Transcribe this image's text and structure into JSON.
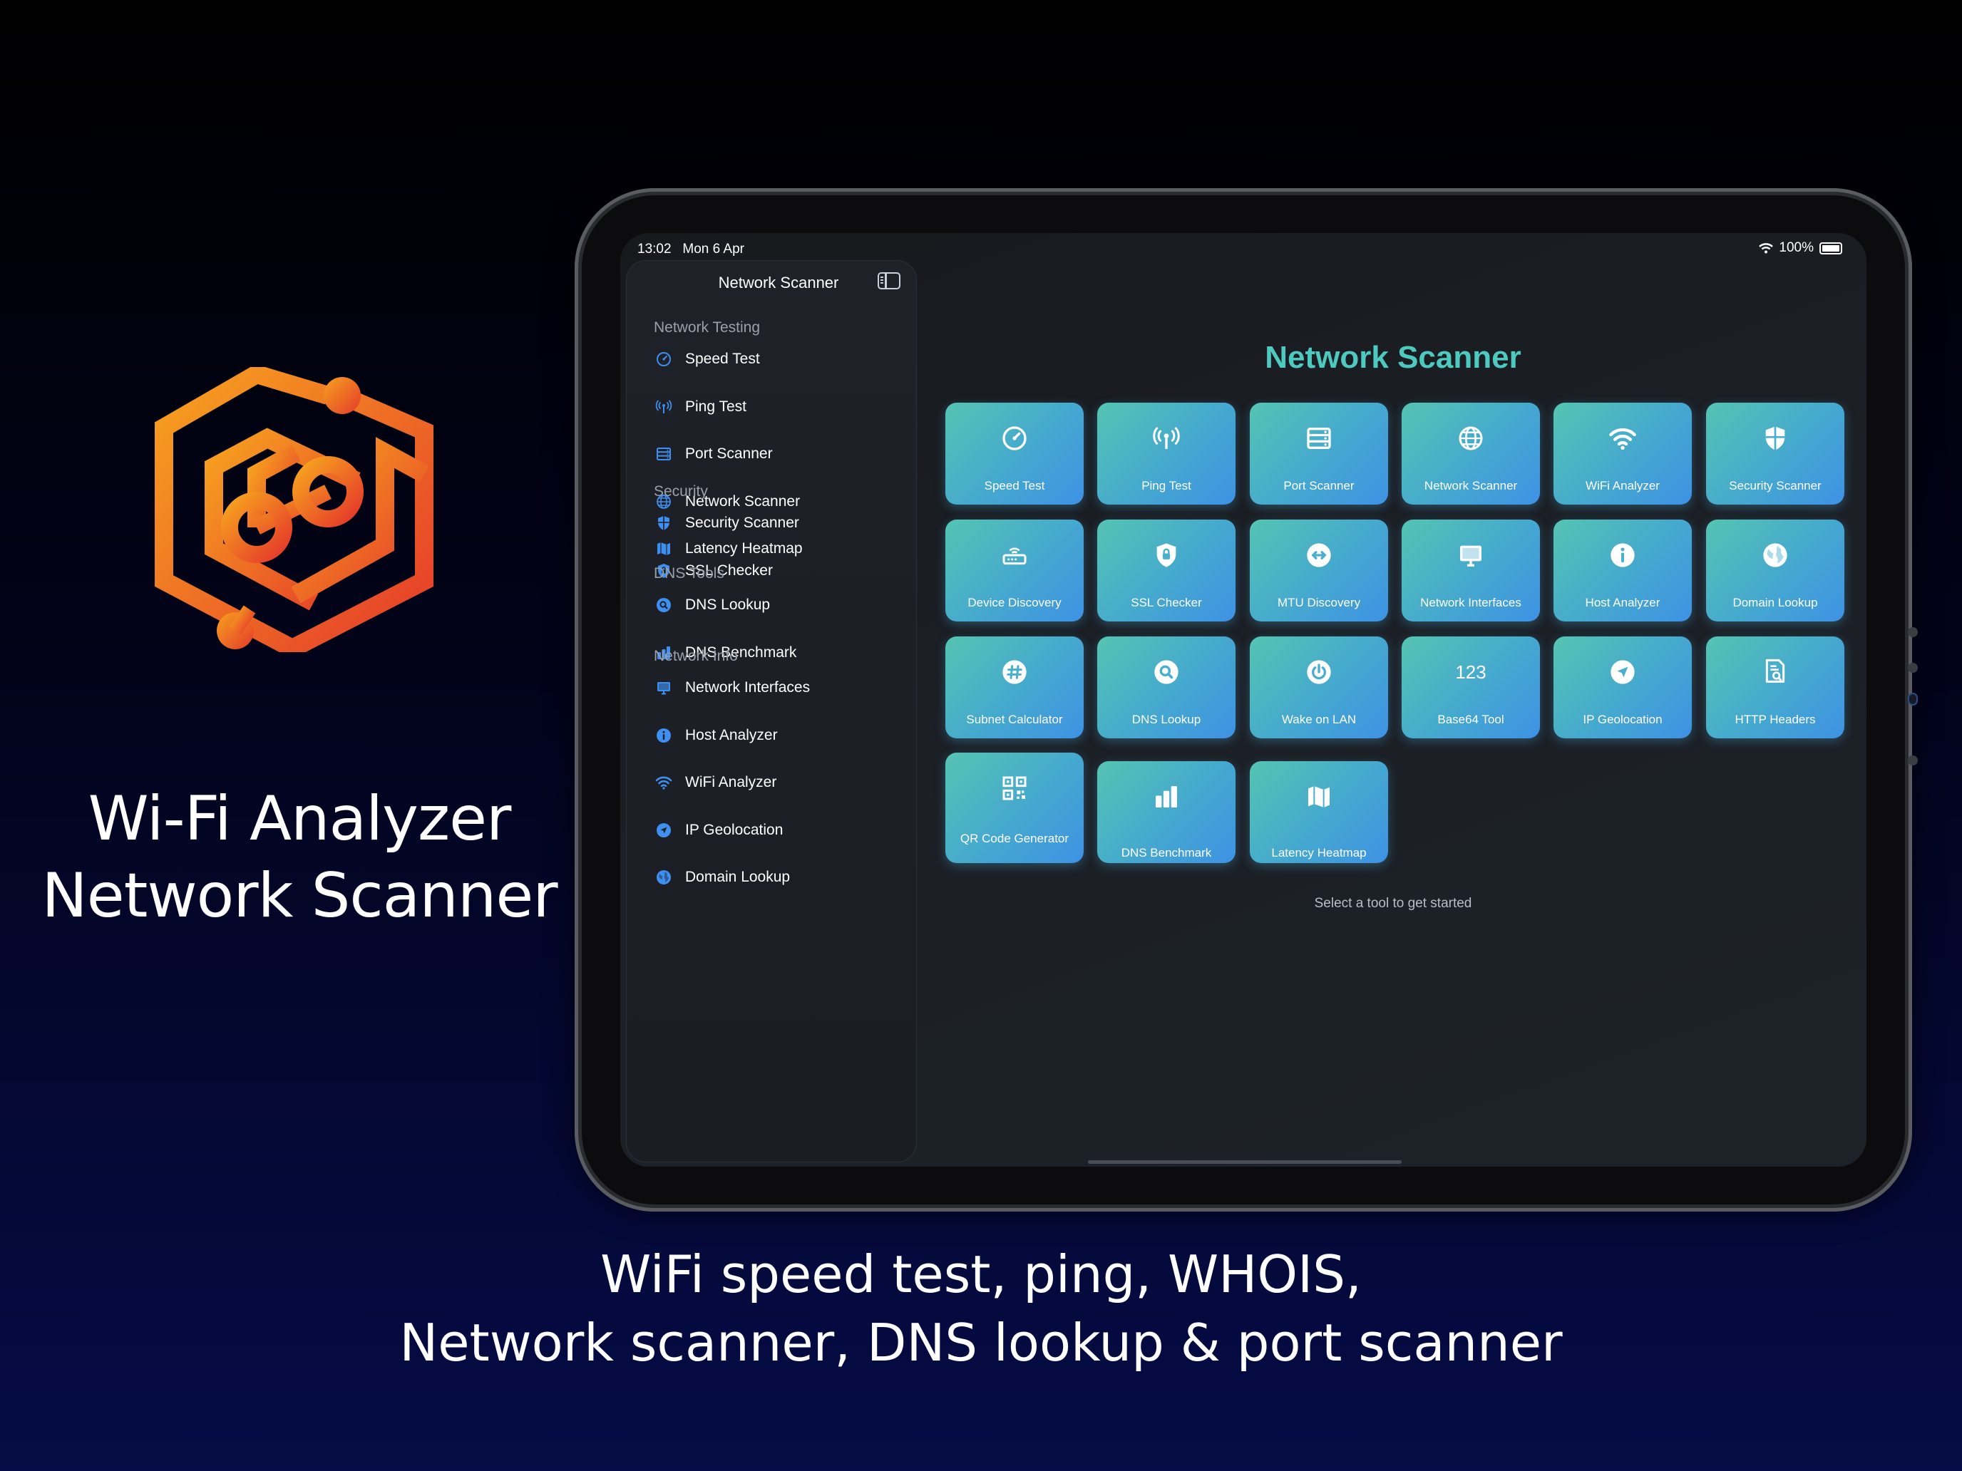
{
  "promo": {
    "headline_line1": "Wi-Fi Analyzer",
    "headline_line2": "Network Scanner",
    "tagline_line1": "WiFi speed test, ping, WHOIS,",
    "tagline_line2": "Network scanner, DNS lookup & port scanner",
    "logo_icon": "hexagon-network-logo",
    "logo_colors": [
      "#f5a623",
      "#e8402a"
    ]
  },
  "status_bar": {
    "time": "13:02",
    "date": "Mon 6 Apr",
    "battery": "100%"
  },
  "sidebar": {
    "title": "Network Scanner",
    "sections": [
      {
        "label": "Network Testing",
        "items": [
          {
            "label": "Speed Test",
            "icon": "speedometer-icon"
          },
          {
            "label": "Ping Test",
            "icon": "antenna-icon"
          },
          {
            "label": "Port Scanner",
            "icon": "server-rack-icon"
          },
          {
            "label": "Network Scanner",
            "icon": "globe-icon"
          },
          {
            "label": "Latency Heatmap",
            "icon": "map-icon"
          }
        ]
      },
      {
        "label": "Security",
        "items": [
          {
            "label": "Security Scanner",
            "icon": "shield-icon"
          },
          {
            "label": "SSL Checker",
            "icon": "lock-shield-icon"
          }
        ]
      },
      {
        "label": "DNS Tools",
        "items": [
          {
            "label": "DNS Lookup",
            "icon": "magnifier-circle-icon"
          },
          {
            "label": "DNS Benchmark",
            "icon": "bar-chart-icon"
          }
        ]
      },
      {
        "label": "Network Info",
        "items": [
          {
            "label": "Network Interfaces",
            "icon": "monitor-icon"
          },
          {
            "label": "Host Analyzer",
            "icon": "info-icon"
          },
          {
            "label": "WiFi Analyzer",
            "icon": "wifi-icon"
          },
          {
            "label": "IP Geolocation",
            "icon": "location-arrow-icon"
          },
          {
            "label": "Domain Lookup",
            "icon": "globe-filled-icon"
          }
        ]
      }
    ]
  },
  "main": {
    "title": "Network Scanner",
    "hint": "Select a tool to get started",
    "tiles": [
      {
        "label": "Speed Test",
        "icon": "speedometer-icon"
      },
      {
        "label": "Ping Test",
        "icon": "antenna-icon"
      },
      {
        "label": "Port Scanner",
        "icon": "server-rack-icon"
      },
      {
        "label": "Network Scanner",
        "icon": "globe-icon"
      },
      {
        "label": "WiFi Analyzer",
        "icon": "wifi-icon"
      },
      {
        "label": "Security Scanner",
        "icon": "shield-icon"
      },
      {
        "label": "Device Discovery",
        "icon": "router-icon"
      },
      {
        "label": "SSL Checker",
        "icon": "lock-shield-icon"
      },
      {
        "label": "MTU Discovery",
        "icon": "arrows-circle-icon"
      },
      {
        "label": "Network Interfaces",
        "icon": "monitor-icon"
      },
      {
        "label": "Host Analyzer",
        "icon": "info-icon"
      },
      {
        "label": "Domain Lookup",
        "icon": "globe-filled-icon"
      },
      {
        "label": "Subnet Calculator",
        "icon": "hash-icon"
      },
      {
        "label": "DNS Lookup",
        "icon": "magnifier-circle-icon"
      },
      {
        "label": "Wake on LAN",
        "icon": "power-icon"
      },
      {
        "label": "Base64 Tool",
        "icon": "numbers-icon",
        "glyph": "123"
      },
      {
        "label": "IP Geolocation",
        "icon": "location-arrow-icon"
      },
      {
        "label": "HTTP Headers",
        "icon": "document-search-icon"
      },
      {
        "label": "QR Code Generator",
        "icon": "qr-code-icon"
      },
      {
        "label": "DNS Benchmark",
        "icon": "bar-chart-icon"
      },
      {
        "label": "Latency Heatmap",
        "icon": "map-icon"
      }
    ]
  }
}
